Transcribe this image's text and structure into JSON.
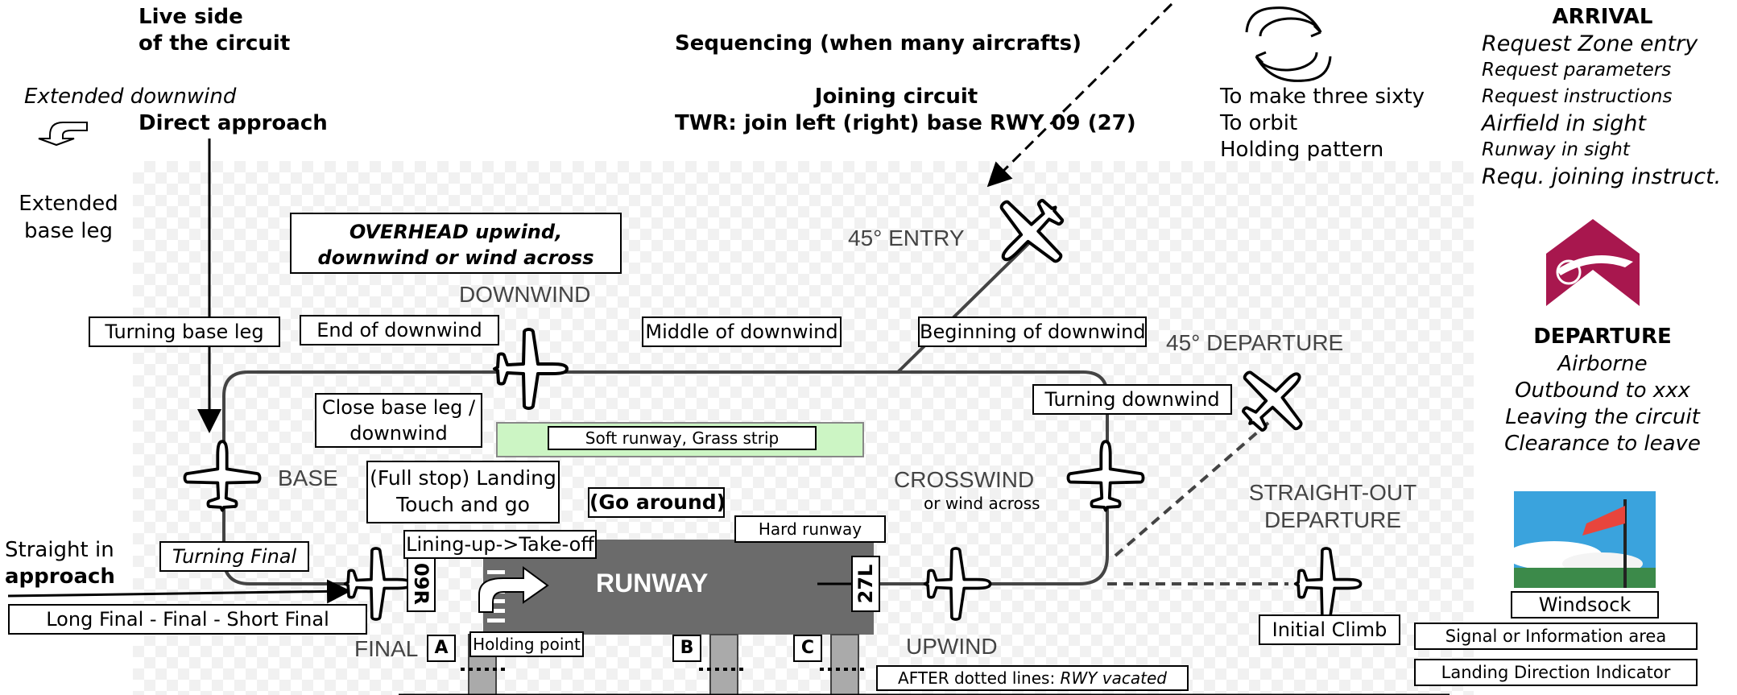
{
  "top_left": {
    "live_side_line1": "Live side",
    "live_side_line2": "of the circuit",
    "extended_downwind": "Extended downwind",
    "direct_approach": "Direct approach",
    "extended_base_line1": "Extended",
    "extended_base_line2": "base leg"
  },
  "top_center": {
    "sequencing": "Sequencing (when many aircrafts)",
    "joining_title": "Joining circuit",
    "joining_instruction": "TWR: join left (right) base RWY 09 (27)"
  },
  "orbit": {
    "line1": "To make three sixty",
    "line2": "To orbit",
    "line3": "Holding pattern"
  },
  "arrival": {
    "title": "ARRIVAL",
    "items": [
      "Request Zone entry",
      "Request parameters",
      "Request instructions",
      "Airfield in sight",
      "Runway in sight",
      "Requ. joining instruct."
    ]
  },
  "departure": {
    "title": "DEPARTURE",
    "items": [
      "Airborne",
      "Outbound to xxx",
      "Leaving the circuit",
      "Clearance to leave"
    ]
  },
  "circuit_labels": {
    "overhead_line1": "OVERHEAD upwind,",
    "overhead_line2": "downwind or wind across",
    "downwind": "DOWNWIND",
    "entry_45": "45° ENTRY",
    "departure_45": "45° DEPARTURE",
    "base": "BASE",
    "crosswind": "CROSSWIND",
    "crosswind_sub": "or wind across",
    "straight_out_line1": "STRAIGHT-OUT",
    "straight_out_line2": "DEPARTURE",
    "final": "FINAL",
    "upwind": "UPWIND",
    "runway": "RUNWAY",
    "rwy_left": "09R",
    "rwy_right": "27L"
  },
  "boxes": {
    "turning_base_leg": "Turning base leg",
    "end_of_downwind": "End of downwind",
    "middle_of_downwind": "Middle of downwind",
    "beginning_of_downwind": "Beginning of downwind",
    "turning_downwind": "Turning downwind",
    "close_base_line1": "Close base leg /",
    "close_base_line2": "downwind",
    "soft_runway": "Soft runway, Grass strip",
    "landing_line1": "(Full stop) Landing",
    "landing_line2": "Touch and go",
    "go_around": "(Go around)",
    "hard_runway": "Hard runway",
    "turning_final": "Turning Final",
    "lining_up": "Lining-up->Take-off",
    "long_final": "Long Final - Final - Short Final",
    "holding_point": "Holding point",
    "after_dotted_prefix": "AFTER dotted lines: ",
    "after_dotted_italic": "RWY vacated",
    "initial_climb": "Initial Climb",
    "windsock": "Windsock",
    "signal_area": "Signal or Information area",
    "landing_direction": "Landing Direction Indicator",
    "straight_in_line1": "Straight in",
    "straight_in_line2": "approach"
  },
  "taxiways": [
    "A",
    "B",
    "C"
  ],
  "colors": {
    "runway": "#6b6b6b",
    "grass_strip": "#ccf5c4",
    "logo": "#a8174e",
    "sky": "#3aa3dd"
  }
}
